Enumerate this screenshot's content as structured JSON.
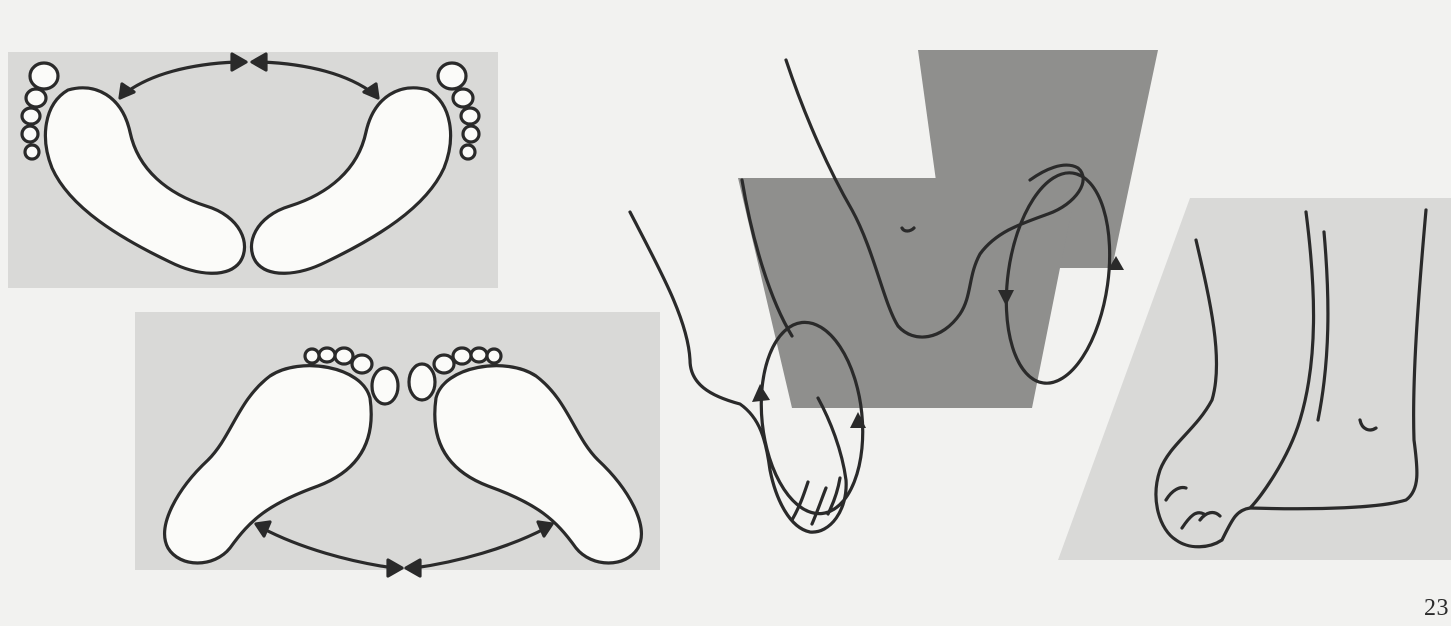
{
  "page": {
    "number": "23"
  },
  "illustration": {
    "figures": [
      "feet-apart-soles-rotation",
      "feet-together-soles-rotation",
      "foot-circle-rotation-front",
      "foot-side-view"
    ],
    "colors": {
      "paper": "#f2f2f0",
      "light_panel": "#d8d8d6",
      "dark_panel": "#8e8e8c",
      "line": "#2a2a2a",
      "foot_fill": "#fbfbf9"
    }
  }
}
